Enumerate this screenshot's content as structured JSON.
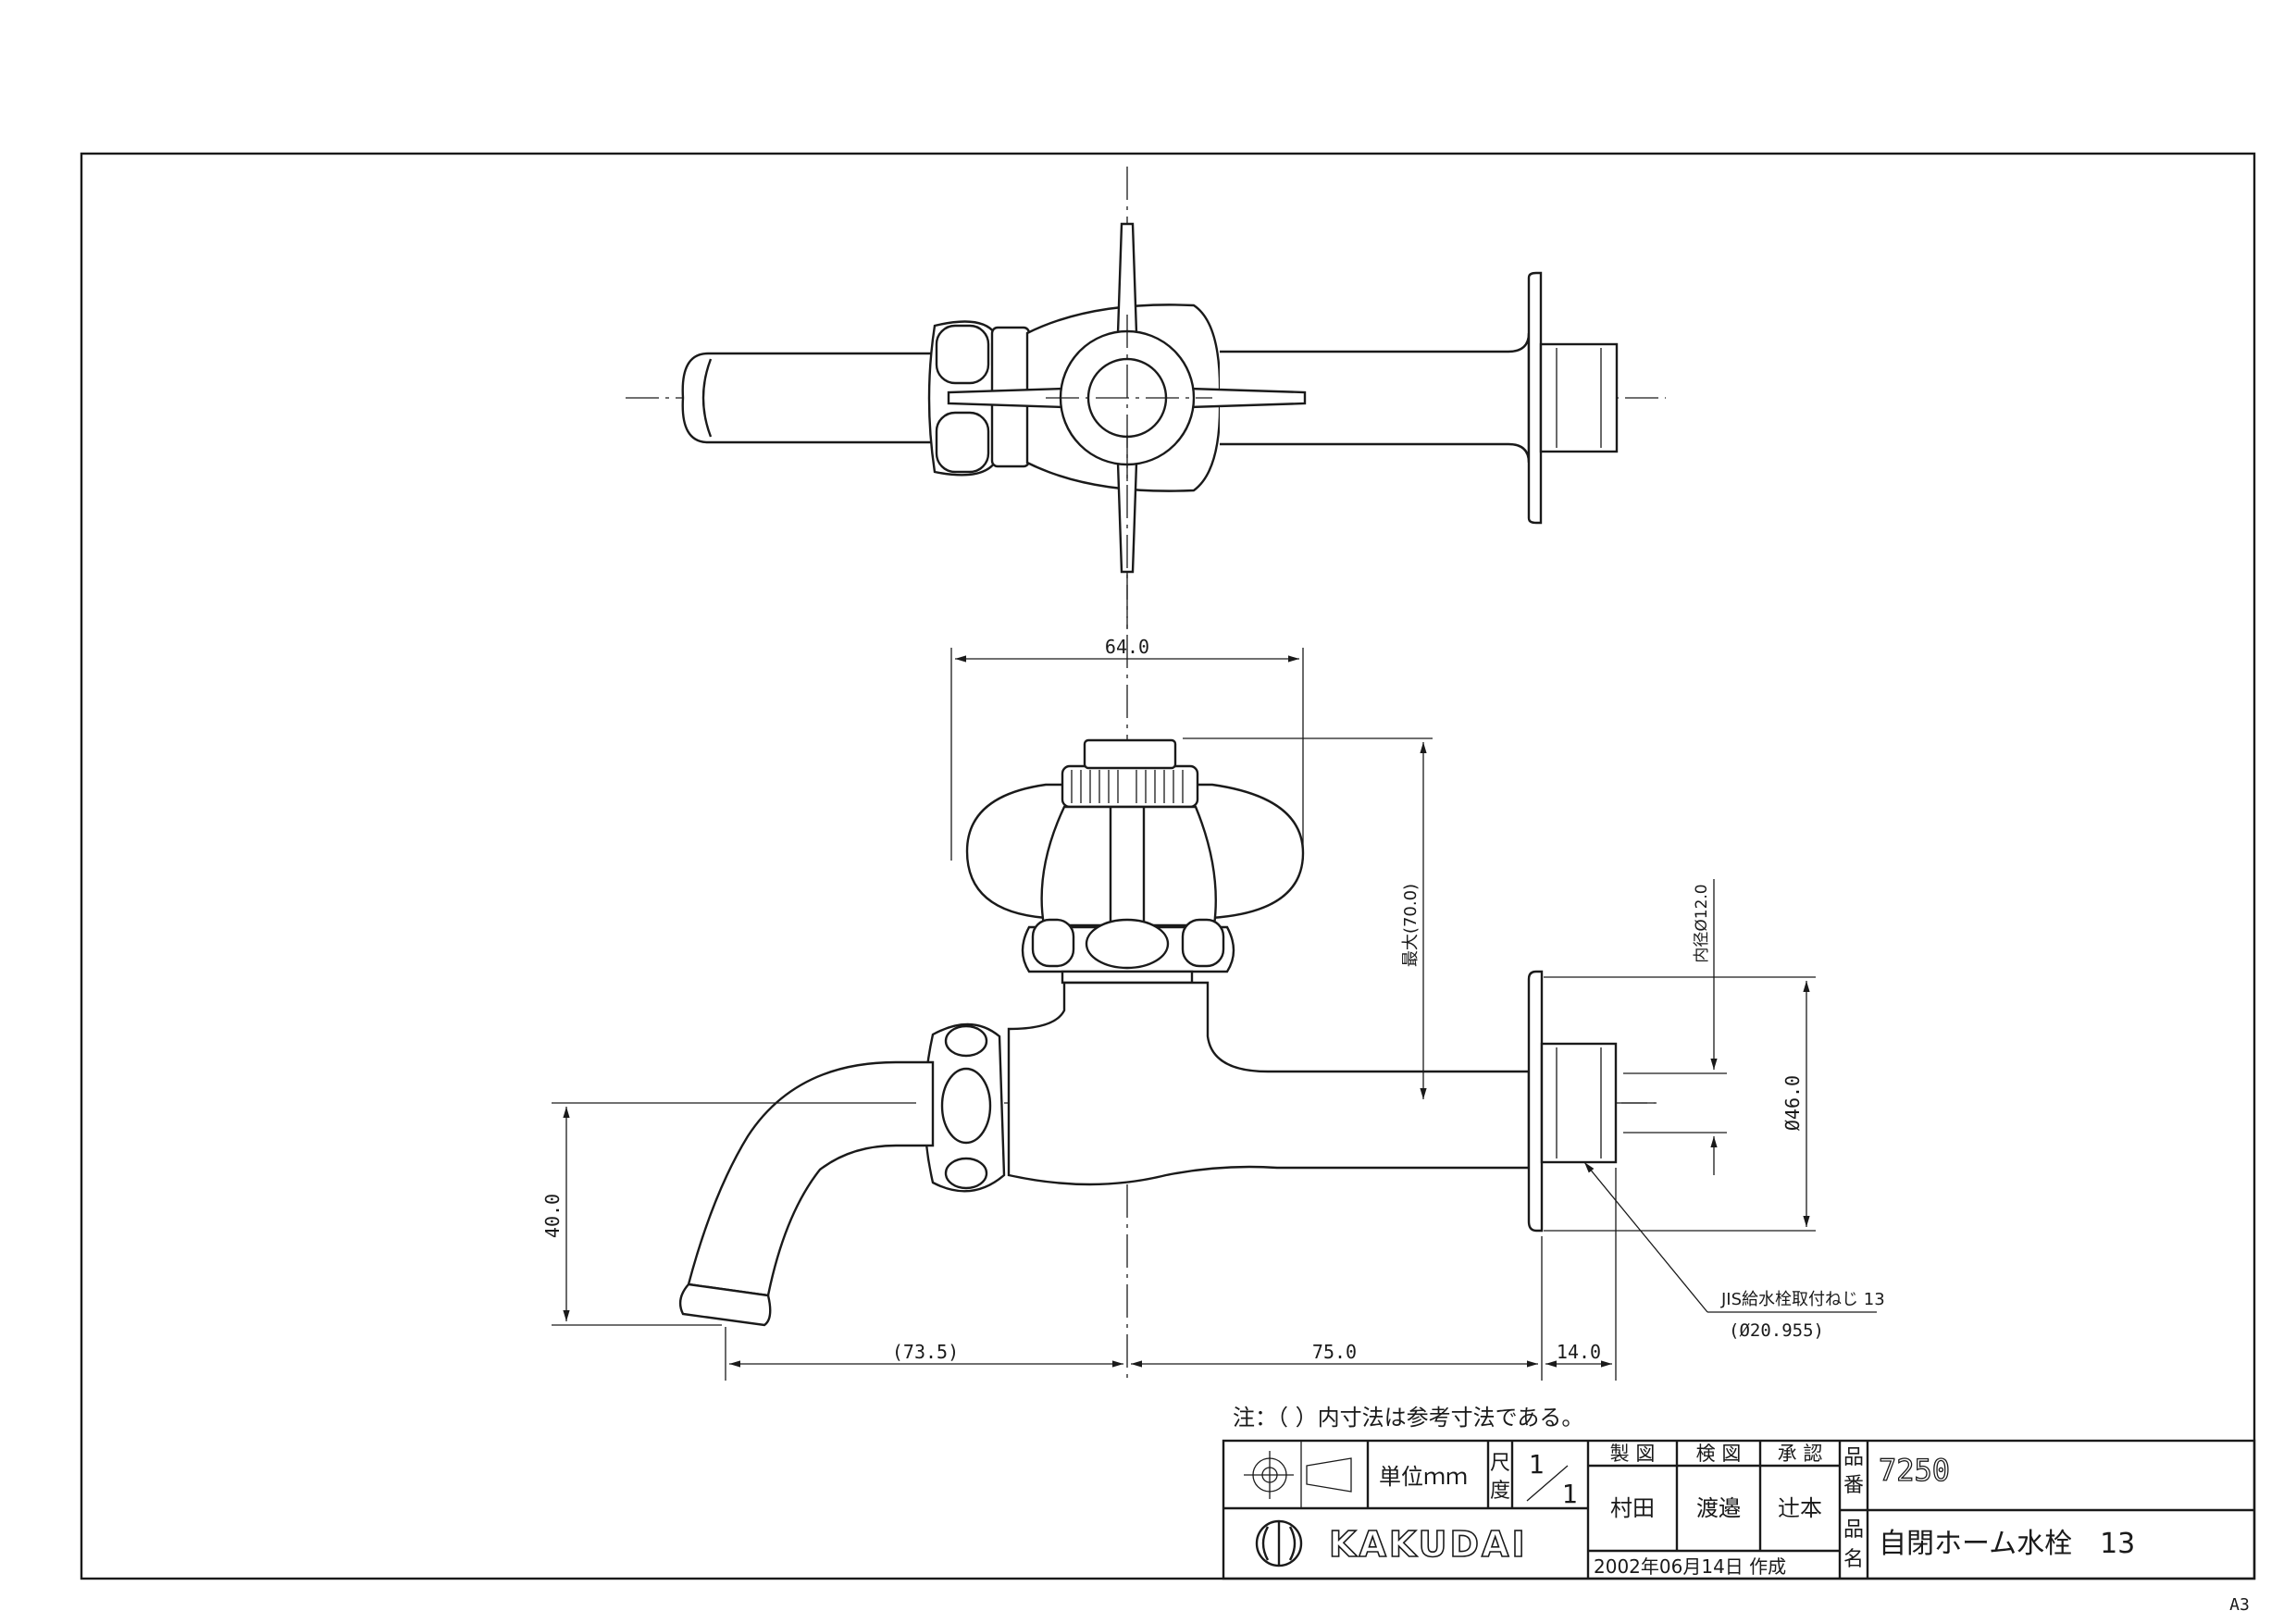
{
  "dimensions": {
    "top_width": "64.0",
    "max_height": "最大(70.0)",
    "inner_diameter": "内径Ø12.0",
    "outer_diameter": "Ø46.0",
    "drop_height": "40.0",
    "spout_reach": "(73.5)",
    "body_length": "75.0",
    "thread_length": "14.0"
  },
  "callout": {
    "thread_label": "JIS給水栓取付ねじ 13",
    "thread_size": "(Ø20.955)"
  },
  "note": "注：（ ）内寸法は参考寸法である。",
  "title_block": {
    "unit": "単位ｍｍ",
    "scale_label": [
      "尺",
      "度"
    ],
    "scale_num": "1",
    "scale_den": "1",
    "roles": [
      "製 図",
      "検 図",
      "承 認"
    ],
    "names": [
      "村田",
      "渡邉",
      "辻本"
    ],
    "part_no_label": [
      "品",
      "番"
    ],
    "part_no": "7250",
    "part_name_label": [
      "品",
      "名"
    ],
    "part_name": "自閉ホーム水栓　13",
    "date": "2002年06月14日 作成",
    "logo_text": "KAKUDAI"
  },
  "sheet_size": "A3"
}
